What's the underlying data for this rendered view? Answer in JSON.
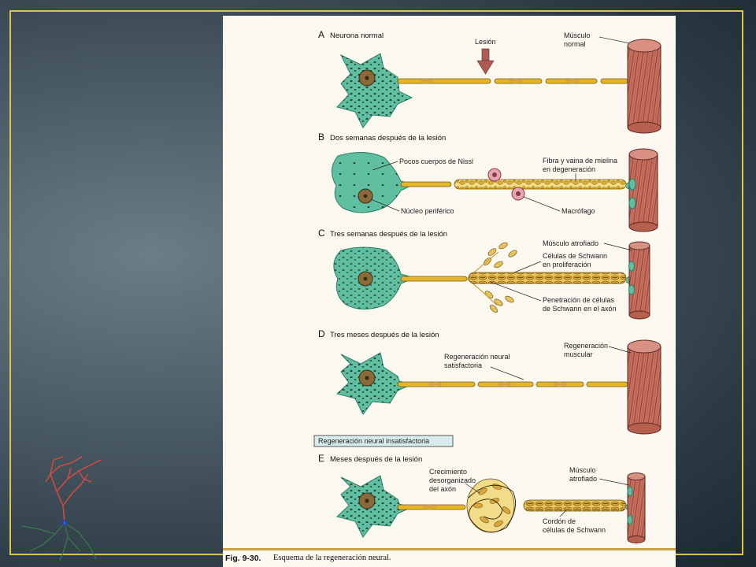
{
  "panels": {
    "a": {
      "letter": "A",
      "title": "Neurona normal",
      "lesion": "Lesión",
      "muscle_1": "Músculo",
      "muscle_2": "normal"
    },
    "b": {
      "letter": "B",
      "title": "Dos semanas después de la lesión",
      "nissl": "Pocos cuerpos de Nissl",
      "fiber_1": "Fibra y vaina de mielina",
      "fiber_2": "en degeneración",
      "nucleus": "Núcleo periférico",
      "macrophage": "Macrófago"
    },
    "c": {
      "letter": "C",
      "title": "Tres semanas después de la lesión",
      "atrophied": "Músculo atrofiado",
      "schwann_1": "Células de Schwann",
      "schwann_2": "en proliferación",
      "penetration_1": "Penetración de células",
      "penetration_2": "de Schwann en el axón"
    },
    "d": {
      "letter": "D",
      "title": "Tres meses después de la lesión",
      "neural_1": "Regeneración neural",
      "neural_2": "satisfactoria",
      "muscular_1": "Regeneración",
      "muscular_2": "muscular"
    },
    "e": {
      "box": "Regeneración neural insatisfactoria",
      "letter": "E",
      "title": "Meses después de la lesión",
      "growth_1": "Crecimiento",
      "growth_2": "desorganizado",
      "growth_3": "del axón",
      "atrophied_1": "Músculo",
      "atrophied_2": "atrofiado",
      "cord_1": "Cordón de",
      "cord_2": "células de Schwann"
    }
  },
  "caption": {
    "fig": "Fig. 9-30.",
    "text": "Esquema de la regeneración neural."
  },
  "colors": {
    "frame": "#d8c64a",
    "neuron": "#5fbfa0",
    "axon": "#e6b62a",
    "muscle": "#c06a5c",
    "arrow": "#b05a55"
  }
}
